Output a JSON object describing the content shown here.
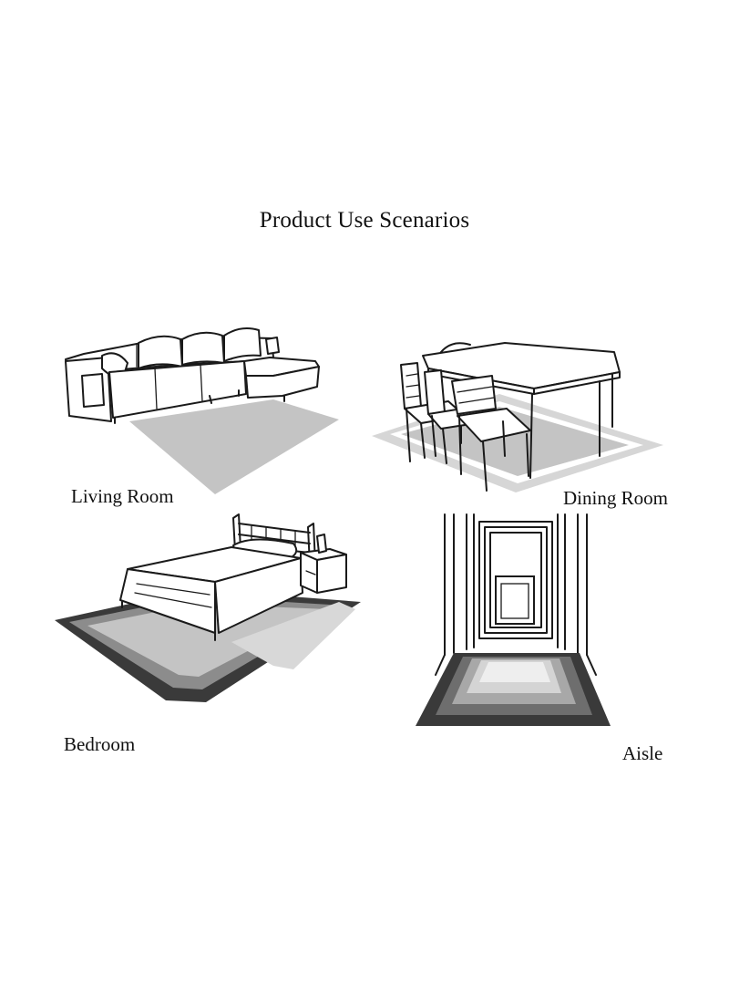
{
  "title": "Product Use Scenarios",
  "scenarios": [
    {
      "label": "Living Room",
      "icon": "sofa-with-rug-icon"
    },
    {
      "label": "Dining Room",
      "icon": "dining-table-with-rug-icon"
    },
    {
      "label": "Bedroom",
      "icon": "bed-with-rug-icon"
    },
    {
      "label": "Aisle",
      "icon": "hallway-with-runner-icon"
    }
  ],
  "colors": {
    "background": "#ffffff",
    "line": "#1a1a1a",
    "rug_light": "#c4c4c4",
    "rug_mid": "#8c8c8c",
    "rug_dark": "#3a3a3a"
  }
}
